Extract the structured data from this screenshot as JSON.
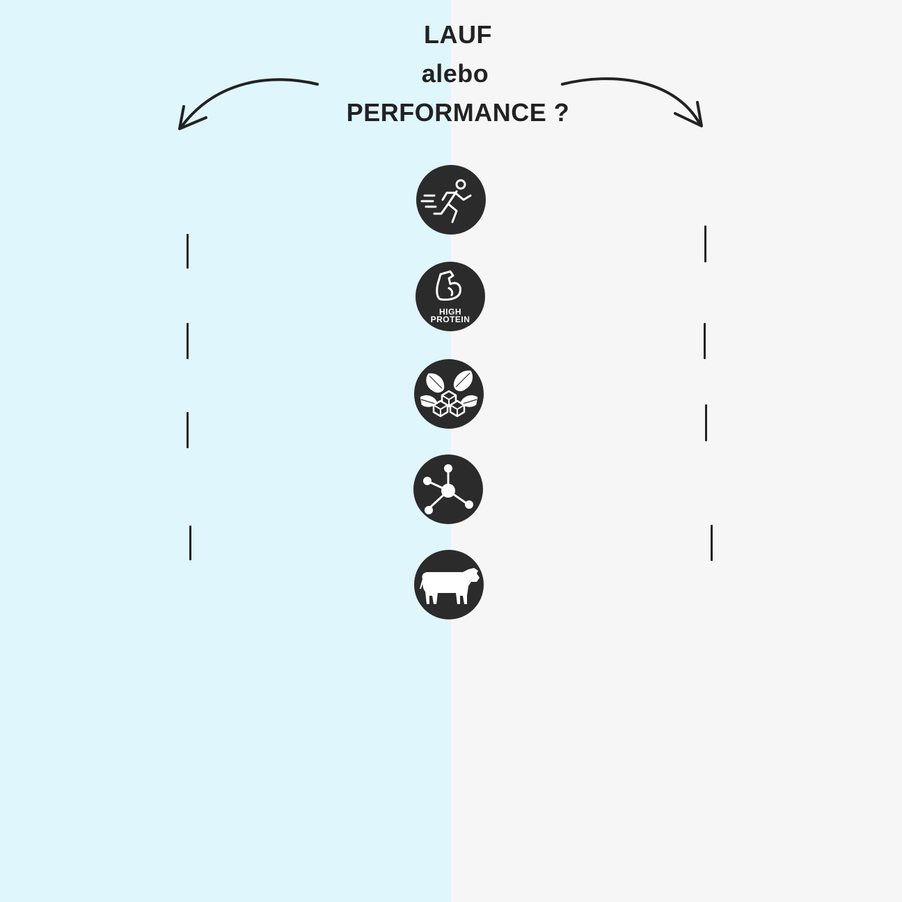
{
  "heading": {
    "line1": "LAUF",
    "line2": "alebo",
    "line3": "PERFORMANCE ?"
  },
  "colors": {
    "left_background": "#dff6fd",
    "right_background": "#f6f6f6",
    "icon_background": "#2b2b2b",
    "text": "#222222"
  },
  "icons": [
    {
      "name": "running-person-icon"
    },
    {
      "name": "high-protein-icon",
      "line1": "HIGH",
      "line2": "PROTEIN"
    },
    {
      "name": "leaf-sugar-cubes-icon"
    },
    {
      "name": "molecule-icon"
    },
    {
      "name": "cow-icon"
    }
  ]
}
